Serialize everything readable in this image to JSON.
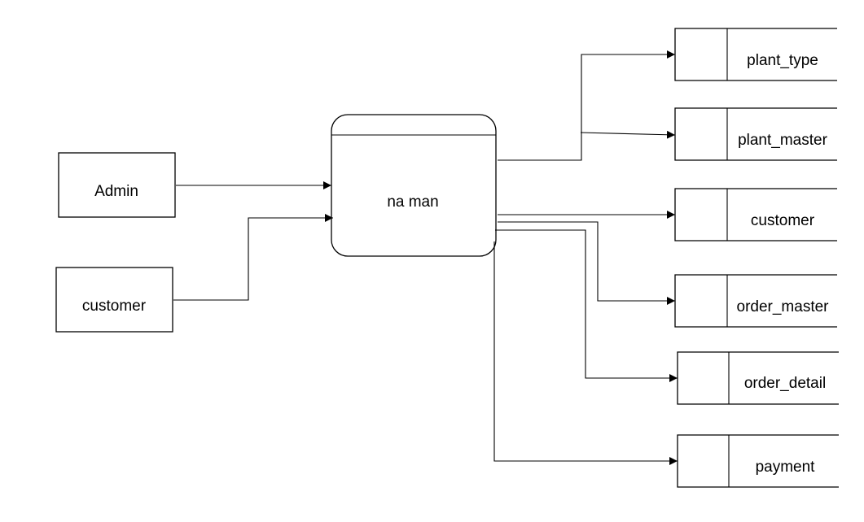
{
  "diagram": {
    "process": {
      "label": "na man"
    },
    "entities": {
      "admin": {
        "label": "Admin"
      },
      "customer": {
        "label": "customer"
      }
    },
    "stores": {
      "plant_type": {
        "label": "plant_type"
      },
      "plant_master": {
        "label": "plant_master"
      },
      "customer": {
        "label": "customer"
      },
      "order_master": {
        "label": "order_master"
      },
      "order_detail": {
        "label": "order_detail"
      },
      "payment": {
        "label": "payment"
      }
    }
  }
}
